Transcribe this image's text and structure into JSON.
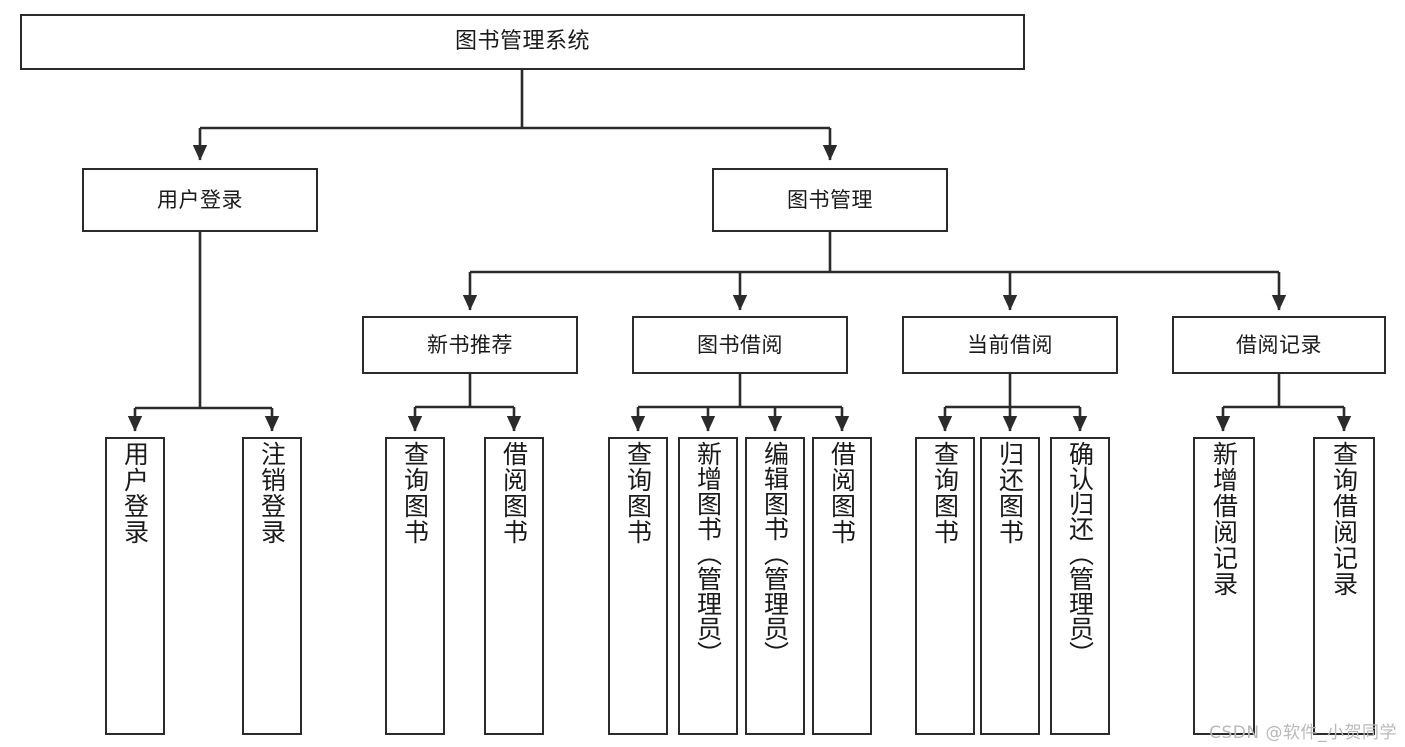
{
  "diagram": {
    "type": "tree-hierarchy",
    "title": "图书管理系统",
    "colors": {
      "stroke": "#2b2b2b",
      "fill": "#ffffff",
      "text": "#1a1a1a",
      "watermark": "#b9b9b9"
    },
    "levels": {
      "root": {
        "label": "图书管理系统"
      },
      "level2": [
        {
          "label": "用户登录"
        },
        {
          "label": "图书管理"
        }
      ],
      "level3": [
        {
          "label": "新书推荐"
        },
        {
          "label": "图书借阅"
        },
        {
          "label": "当前借阅"
        },
        {
          "label": "借阅记录"
        }
      ],
      "leaves": {
        "user_login": [
          {
            "label": "用户登录"
          },
          {
            "label": "注销登录"
          }
        ],
        "new_book_recommend": [
          {
            "label": "查询图书"
          },
          {
            "label": "借阅图书"
          }
        ],
        "book_borrow": [
          {
            "label": "查询图书"
          },
          {
            "label": "新增图书（管理员）"
          },
          {
            "label": "编辑图书（管理员）"
          },
          {
            "label": "借阅图书"
          }
        ],
        "current_borrow": [
          {
            "label": "查询图书"
          },
          {
            "label": "归还图书"
          },
          {
            "label": "确认归还（管理员）"
          }
        ],
        "borrow_record": [
          {
            "label": "新增借阅记录"
          },
          {
            "label": "查询借阅记录"
          }
        ]
      }
    }
  },
  "watermark": {
    "text": "CSDN @软件_小贺同学"
  }
}
